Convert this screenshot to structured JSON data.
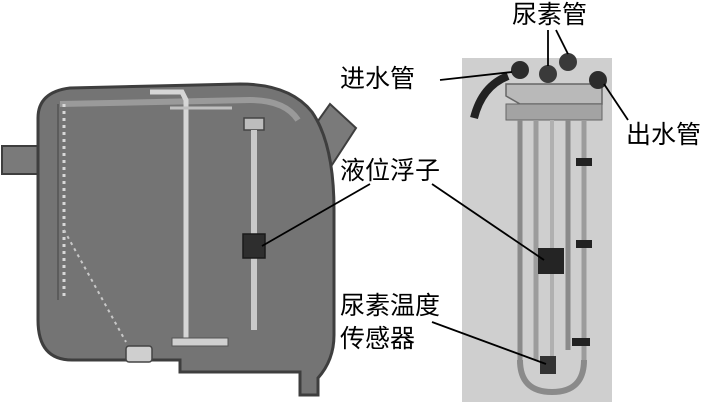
{
  "labels": {
    "urea_pipe": "尿素管",
    "inlet_pipe": "进水管",
    "outlet_pipe": "出水管",
    "level_float": "液位浮子",
    "urea_temp_sensor_line1": "尿素温度",
    "urea_temp_sensor_line2": "传感器"
  },
  "colors": {
    "tank_body": "#747474",
    "tank_outline": "#3e3e3e",
    "photo_bg": "#cfcfcf",
    "metal": "#9a9a9a",
    "float": "#2a2a2a",
    "leader_line": "#000000"
  }
}
